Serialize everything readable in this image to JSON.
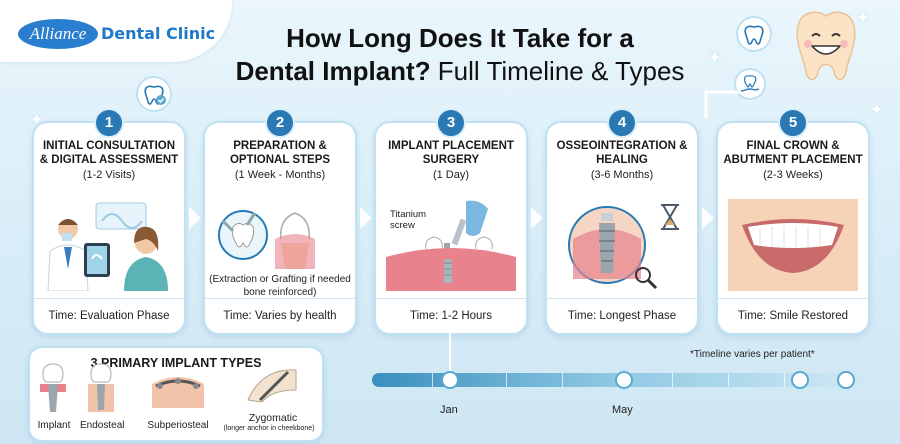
{
  "brand": {
    "logo_word": "Alliance",
    "logo_name": "Dental Clinic"
  },
  "title": {
    "line1": "How Long Does It Take for a",
    "line2_bold": "Dental Implant?",
    "line2_rest": " Full Timeline & Types"
  },
  "steps": [
    {
      "number": "1",
      "title": "Initial Consultation & Digital Assessment",
      "duration": "(1-2 Visits)",
      "note": "",
      "footer": "Time: Evaluation Phase"
    },
    {
      "number": "2",
      "title": "Preparation & Optional Steps",
      "duration": "(1 Week - Months)",
      "note": "(Extraction or Grafting if needed bone reinforced)",
      "footer": "Time: Varies by health"
    },
    {
      "number": "3",
      "title": "Implant Placement Surgery",
      "duration": "(1 Day)",
      "note": "",
      "label": "Titanium screw",
      "footer": "Time: 1-2 Hours"
    },
    {
      "number": "4",
      "title": "Osseointegration & Healing",
      "duration": "(3-6 Months)",
      "note": "",
      "footer": "Time: Longest Phase"
    },
    {
      "number": "5",
      "title": "Final Crown & Abutment Placement",
      "duration": "(2-3 Weeks)",
      "note": "",
      "footer": "Time: Smile Restored"
    }
  ],
  "types": {
    "heading": "3 PRIMARY IMPLANT TYPES",
    "items": [
      "Implant",
      "Endosteal",
      "Subperiosteal",
      "Zygomatic"
    ],
    "zygomatic_note": "(longer anchor in cheekbone)"
  },
  "timeline": {
    "months": [
      "Jan",
      "May"
    ],
    "note": "*Timeline varies per patient*"
  },
  "colors": {
    "accent": "#2a79b5",
    "background": "#dcefF8",
    "card_border": "#bfe1f2",
    "gum": "#e8828d"
  }
}
